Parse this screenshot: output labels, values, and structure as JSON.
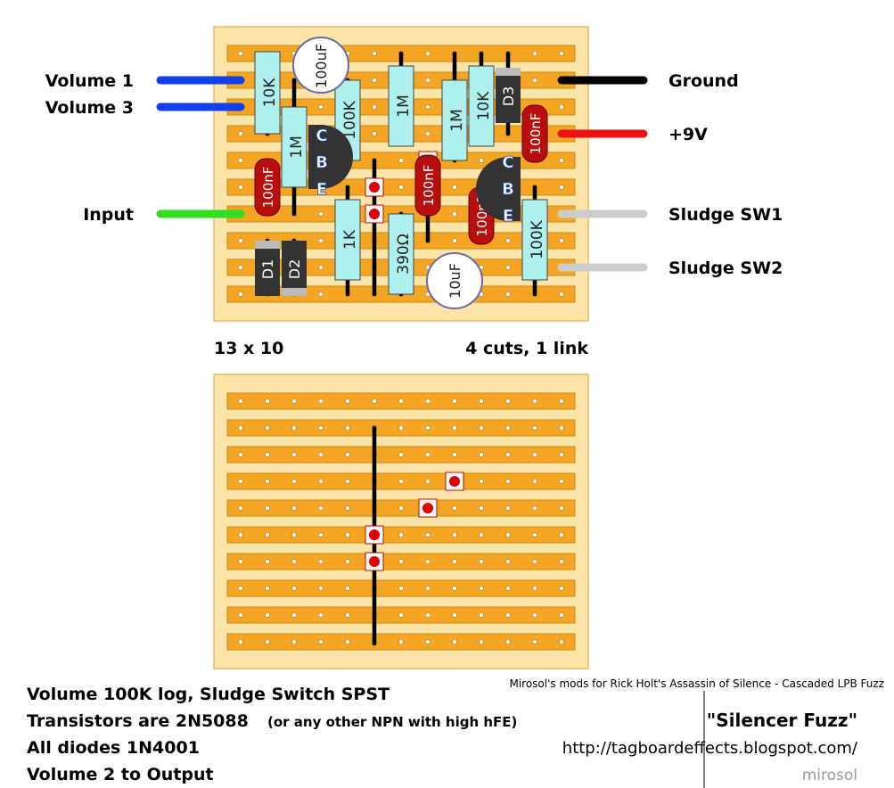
{
  "wires_left": [
    "Volume 1",
    "Volume 3",
    "Input"
  ],
  "wires_right": [
    "Ground",
    "+9V",
    "Sludge SW1",
    "Sludge SW2"
  ],
  "board_size": "13 x 10",
  "cuts_links": "4 cuts, 1 link",
  "components": {
    "r_10k_a": "10K",
    "r_1m_a": "1M",
    "r_100k_a": "100K",
    "r_1m_b": "1M",
    "r_1m_c": "1M",
    "r_10k_b": "10K",
    "r_1k": "1K",
    "r_390": "390Ω",
    "r_100k_b": "100K",
    "c_100uf": "100uF",
    "c_10uf": "10uF",
    "c_100nf_a": "100nF",
    "c_100nf_b": "100nF",
    "c_100nf_c": "100nF",
    "c_100nf_d": "100nF",
    "d1": "D1",
    "d2": "D2",
    "d3": "D3"
  },
  "transistor_pins": [
    "C",
    "B",
    "E"
  ],
  "notes": [
    "Volume 100K log, Sludge Switch SPST",
    "Transistors are 2N5088",
    "All diodes 1N4001",
    "Volume 2 to Output"
  ],
  "note_paren": "(or any other NPN with high hFE)",
  "credit": "Mirosol's mods for Rick Holt's Assassin of Silence - Cascaded LPB Fuzz",
  "title": "\"Silencer Fuzz\"",
  "url": "http://tagboardeffects.blogspot.com/",
  "author": "mirosol",
  "colors": {
    "board": "#fbe4a8",
    "strip": "#f4a523",
    "resistor": "#aef0ee",
    "ceramic_cap": "#b80e0e",
    "transistor": "#333333",
    "volume_wires": "#1140e6",
    "input_wire": "#33dd22",
    "ground_wire": "#000000",
    "power_wire": "#ee1111",
    "sludge_wires": "#cccccc"
  }
}
